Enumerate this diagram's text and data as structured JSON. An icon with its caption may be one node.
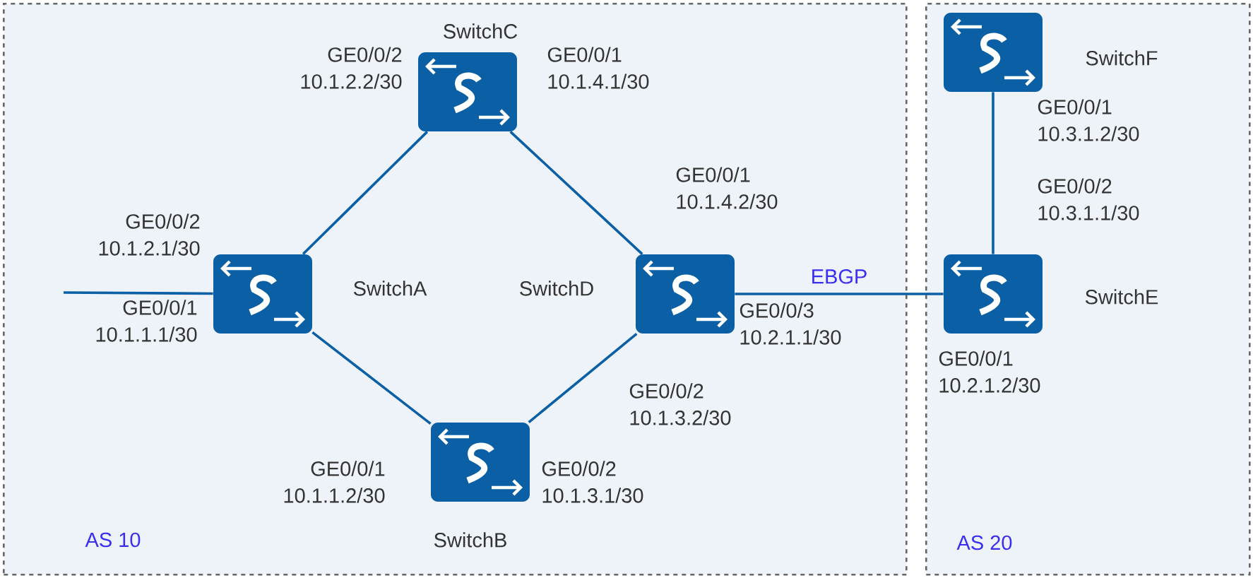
{
  "diagram": {
    "nodes": [
      {
        "text": [
          "AS 10"
        ]
      },
      {
        "text": [
          "SwitchC"
        ],
        "in": 0
      },
      {
        "text": [
          "SwitchA"
        ],
        "in": 0
      },
      {
        "text": [
          "SwitchD"
        ],
        "in": 0
      },
      {
        "text": [
          "SwitchB"
        ],
        "in": 0
      },
      {
        "text": [
          "AS 20"
        ]
      },
      {
        "text": [
          "SwitchF"
        ],
        "in": 5
      },
      {
        "text": [
          "SwitchE"
        ],
        "in": 5
      }
    ],
    "edges": [
      {
        "from": 2,
        "to": 1,
        "arrow": "none"
      },
      {
        "from": 1,
        "to": 3,
        "arrow": "none"
      },
      {
        "from": 2,
        "to": 4,
        "arrow": "none"
      },
      {
        "from": 4,
        "to": 3,
        "arrow": "none"
      },
      {
        "from": 3,
        "to": 7,
        "arrow": "none",
        "label": "EBGP"
      },
      {
        "from": 7,
        "to": 6,
        "arrow": "none"
      },
      {
        "from": 2,
        "to": null,
        "arrow": "none"
      }
    ],
    "labels": [
      "GE0/0/2 10.1.2.2/30",
      "GE0/0/1 10.1.4.1/30",
      "GE0/0/1 10.3.1.2/30",
      "GE0/0/1 10.1.4.2/30",
      "GE0/0/2 10.3.1.1/30",
      "GE0/0/2 10.1.2.1/30",
      "GE0/0/1 10.1.1.1/30",
      "GE0/0/3 10.2.1.1/30",
      "GE0/0/1 10.2.1.2/30",
      "GE0/0/2 10.1.3.2/30",
      "GE0/0/1 10.1.1.2/30",
      "GE0/0/2 10.1.3.1/30"
    ]
  }
}
